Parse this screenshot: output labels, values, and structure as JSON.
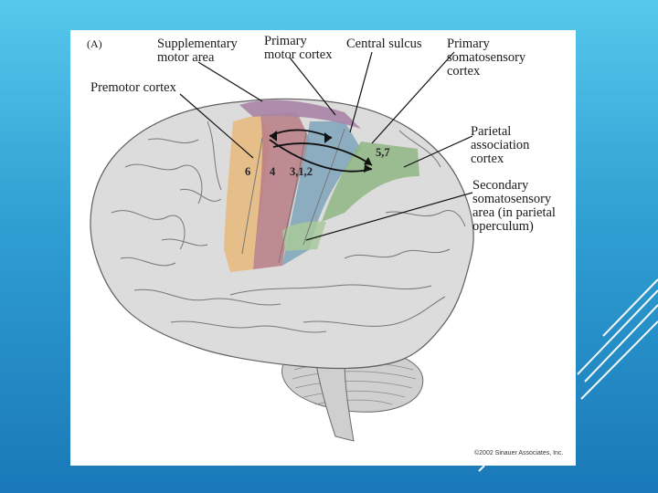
{
  "figure": {
    "panel_label": "(A)",
    "labels": {
      "supplementary_motor_area": "Supplementary\nmotor area",
      "primary_motor_cortex": "Primary\nmotor cortex",
      "central_sulcus": "Central sulcus",
      "primary_somatosensory_cortex": "Primary\nsomatosensory\ncortex",
      "premotor_cortex": "Premotor cortex",
      "parietal_association_cortex": "Parietal\nassociation\ncortex",
      "secondary_somatosensory_area": "Secondary\nsomatosensory\narea (in parietal\noperculum)"
    },
    "area_numbers": {
      "area_6": "6",
      "area_4": "4",
      "area_312": "3,1,2",
      "area_57": "5,7"
    },
    "copyright": "©2002 Sinauer Associates, Inc."
  },
  "colors": {
    "premotor": "#e7b87a",
    "motor": "#b97c86",
    "somatosensory": "#7ea4ba",
    "parietal": "#8fb683",
    "supplementary": "#a884a6",
    "brain": "#d9d9d9"
  }
}
